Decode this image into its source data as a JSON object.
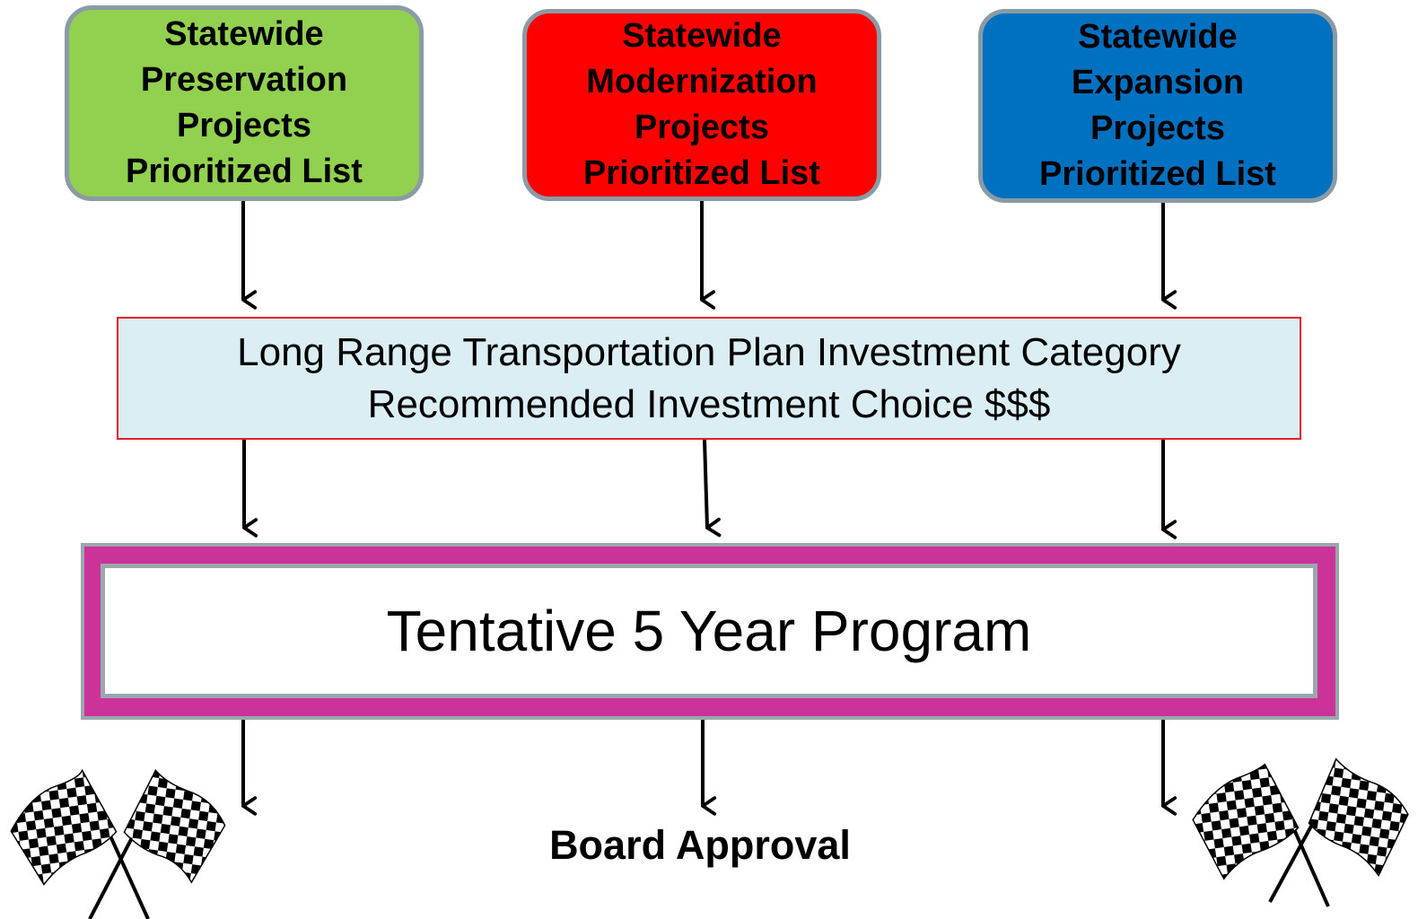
{
  "boxes": {
    "preservation": {
      "text": "Statewide\nPreservation\nProjects\nPrioritized List",
      "color": "#92d050"
    },
    "modernization": {
      "text": "Statewide\nModernization\nProjects\nPrioritized List",
      "color": "#ff0000"
    },
    "expansion": {
      "text": "Statewide\nExpansion\nProjects\nPrioritized List",
      "color": "#0070c0"
    }
  },
  "lrtp": {
    "line1": "Long Range Transportation Plan Investment Category",
    "line2": "Recommended Investment Choice $$$"
  },
  "program": {
    "title": "Tentative 5 Year Program"
  },
  "board_approval": "Board Approval",
  "icons": [
    "checkered-flags-icon-left",
    "checkered-flags-icon-right"
  ]
}
